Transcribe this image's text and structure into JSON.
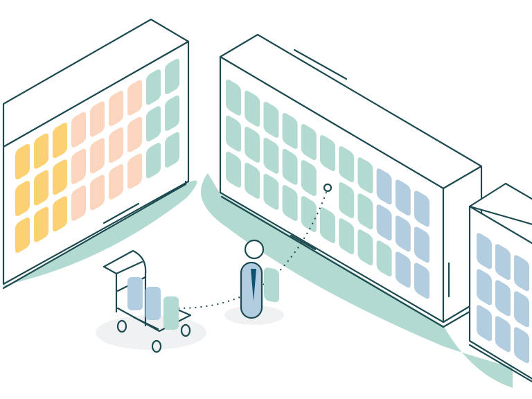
{
  "colors": {
    "ink": "#1c4a50",
    "yellow": "#fbd173",
    "peach": "#fbd5bd",
    "green": "#b3dad1",
    "blue": "#b3cde0",
    "shadow": "#f0f1f2",
    "tie": "#0f5170"
  },
  "left_cabinet": {
    "columns": [
      "yellow",
      "yellow",
      "yellow",
      "peach",
      "peach",
      "peach",
      "peach",
      "green",
      "green"
    ],
    "rows": 3
  },
  "middle_cabinet": {
    "columns": [
      [
        "green",
        "green",
        "green"
      ],
      [
        "green",
        "green",
        "green"
      ],
      [
        "green",
        "green",
        "green"
      ],
      [
        "green",
        "green",
        "green"
      ],
      [
        "green",
        "green",
        "green"
      ],
      [
        "green",
        null,
        "green"
      ],
      [
        "green",
        "green",
        "green"
      ],
      [
        "green",
        "green",
        "green"
      ],
      [
        "blue",
        "blue",
        "green"
      ],
      [
        "blue",
        "blue",
        "blue"
      ],
      [
        "blue",
        "blue",
        "blue"
      ]
    ]
  },
  "right_cabinet": {
    "columns": [
      [
        "blue",
        "blue",
        "blue"
      ],
      [
        "blue",
        "blue",
        "blue"
      ],
      [
        "blue",
        "blue",
        "blue"
      ]
    ]
  },
  "cart_tiles": [
    "blue",
    "blue",
    "green"
  ]
}
